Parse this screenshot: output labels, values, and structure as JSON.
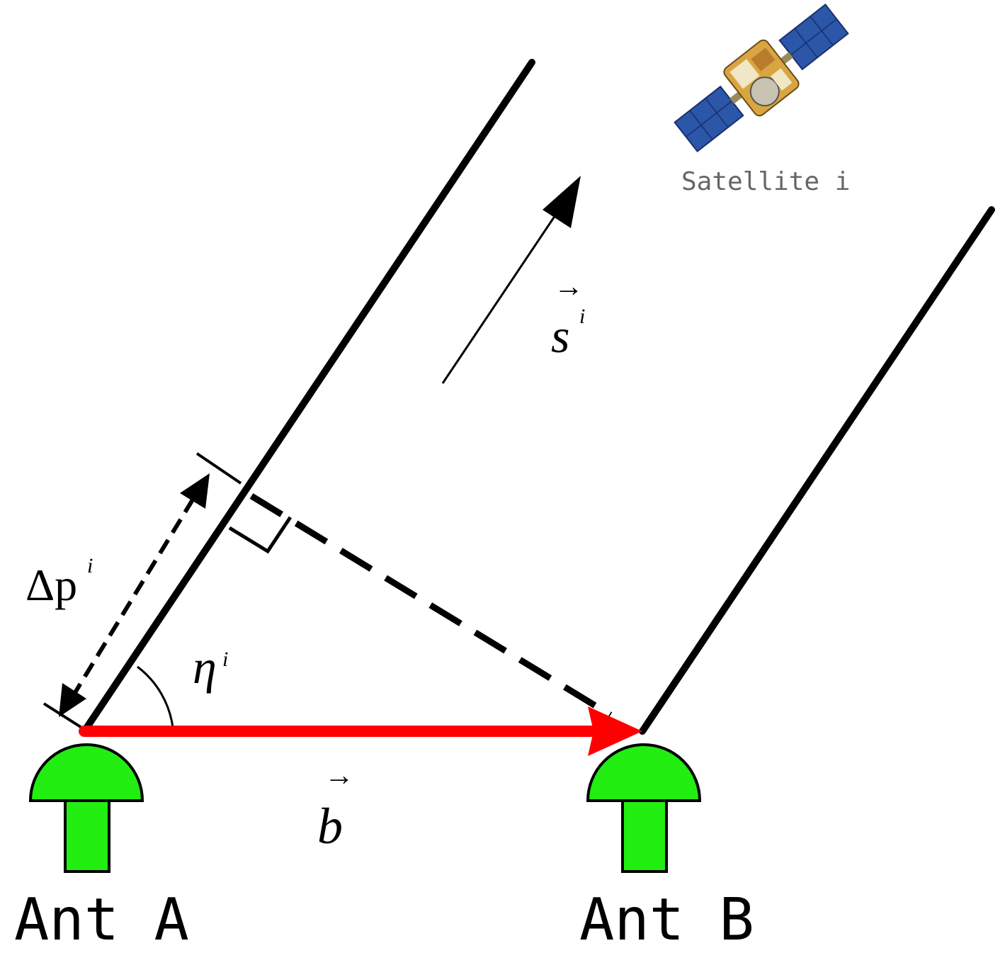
{
  "labels": {
    "satellite": "Satellite i",
    "ant_a": "Ant A",
    "ant_b": "Ant B",
    "vec_s": "s",
    "vec_s_sup": "i",
    "vec_b": "b",
    "eta": "η",
    "eta_sup": "i",
    "dp": "Δp",
    "dp_sup": "i",
    "arrow_glyph": "→"
  },
  "colors": {
    "antenna_fill": "#22ee11",
    "baseline": "#ff0000",
    "line": "#000000",
    "satellite_label": "#666666"
  }
}
